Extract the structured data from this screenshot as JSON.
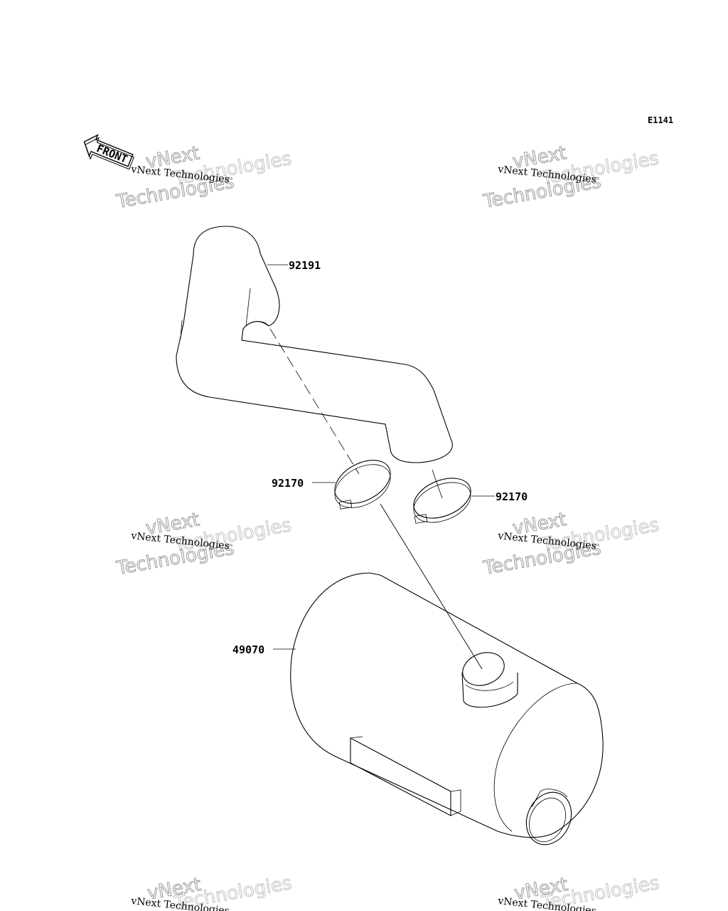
{
  "diagram_code": "E1141",
  "front_marker": "FRONT",
  "parts": [
    {
      "number": "92191",
      "description": "exhaust pipe"
    },
    {
      "number": "92170",
      "description": "clamp"
    },
    {
      "number": "92170",
      "description": "clamp"
    },
    {
      "number": "49070",
      "description": "muffler"
    }
  ],
  "watermark": {
    "line1": "vNext Technologies",
    "line2": "vNext",
    "line3": "Technologies"
  },
  "colors": {
    "line": "#000000",
    "watermark_outline": "#9a9a9a",
    "background": "#ffffff"
  }
}
